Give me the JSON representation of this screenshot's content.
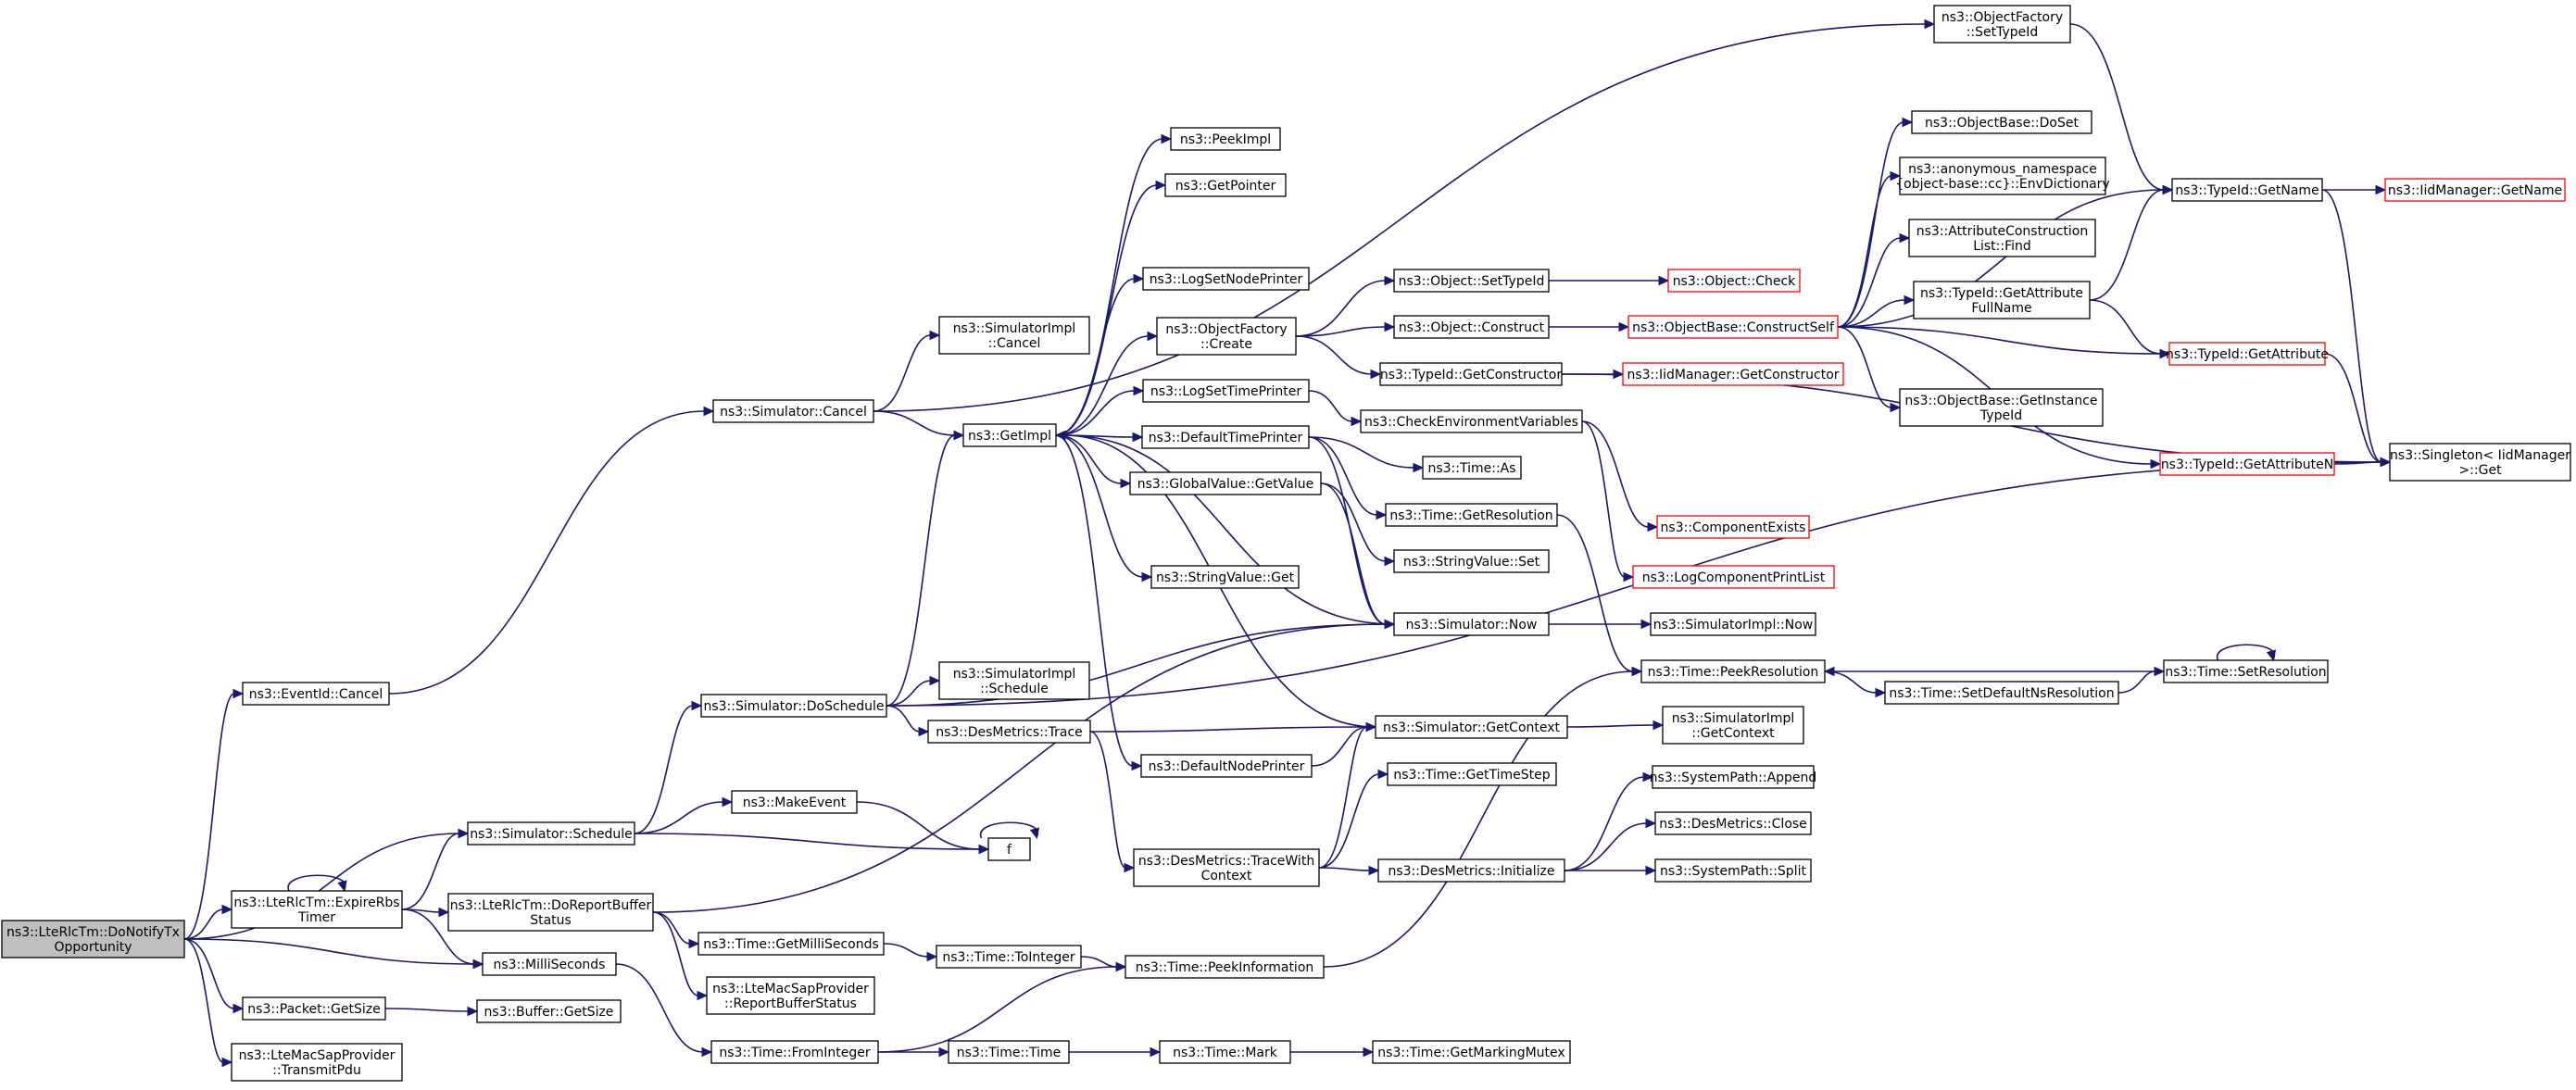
{
  "diagram": {
    "type": "call-graph",
    "colors": {
      "edge": "#191970",
      "node_border": "#000000",
      "external_node_border": "#ff0000",
      "root_fill": "#bfbfbf",
      "background": "#ffffff"
    },
    "nodes": [
      {
        "id": "root",
        "lines": [
          "ns3::LteRlcTm::DoNotifyTx",
          "Opportunity"
        ],
        "style": "root"
      },
      {
        "id": "eventid_cancel",
        "lines": [
          "ns3::EventId::Cancel"
        ]
      },
      {
        "id": "sim_schedule",
        "lines": [
          "ns3::Simulator::Schedule"
        ]
      },
      {
        "id": "expire_rbs",
        "lines": [
          "ns3::LteRlcTm::ExpireRbs",
          "Timer"
        ]
      },
      {
        "id": "millisec",
        "lines": [
          "ns3::MilliSeconds"
        ]
      },
      {
        "id": "packet_getsize",
        "lines": [
          "ns3::Packet::GetSize"
        ]
      },
      {
        "id": "transmit_pdu",
        "lines": [
          "ns3::LteMacSapProvider",
          "::TransmitPdu"
        ]
      },
      {
        "id": "sim_cancel",
        "lines": [
          "ns3::Simulator::Cancel"
        ]
      },
      {
        "id": "sim_doschedule",
        "lines": [
          "ns3::Simulator::DoSchedule"
        ]
      },
      {
        "id": "make_event",
        "lines": [
          "ns3::MakeEvent"
        ]
      },
      {
        "id": "f",
        "lines": [
          "f"
        ]
      },
      {
        "id": "do_report",
        "lines": [
          "ns3::LteRlcTm::DoReportBuffer",
          "Status"
        ]
      },
      {
        "id": "buffer_getsize",
        "lines": [
          "ns3::Buffer::GetSize"
        ]
      },
      {
        "id": "time_fromint",
        "lines": [
          "ns3::Time::FromInteger"
        ]
      },
      {
        "id": "time_getms",
        "lines": [
          "ns3::Time::GetMilliSeconds"
        ]
      },
      {
        "id": "report_status",
        "lines": [
          "ns3::LteMacSapProvider",
          "::ReportBufferStatus"
        ]
      },
      {
        "id": "time_tointeger",
        "lines": [
          "ns3::Time::ToInteger"
        ]
      },
      {
        "id": "time_time",
        "lines": [
          "ns3::Time::Time"
        ]
      },
      {
        "id": "simimpl_cancel",
        "lines": [
          "ns3::SimulatorImpl",
          "::Cancel"
        ]
      },
      {
        "id": "getimpl",
        "lines": [
          "ns3::GetImpl"
        ]
      },
      {
        "id": "simimpl_schedule",
        "lines": [
          "ns3::SimulatorImpl",
          "::Schedule"
        ]
      },
      {
        "id": "desm_trace",
        "lines": [
          "ns3::DesMetrics::Trace"
        ]
      },
      {
        "id": "peekimpl",
        "lines": [
          "ns3::PeekImpl"
        ]
      },
      {
        "id": "getpointer",
        "lines": [
          "ns3::GetPointer"
        ]
      },
      {
        "id": "logsetnode",
        "lines": [
          "ns3::LogSetNodePrinter"
        ]
      },
      {
        "id": "objfactory_create",
        "lines": [
          "ns3::ObjectFactory",
          "::Create"
        ]
      },
      {
        "id": "logsettime",
        "lines": [
          "ns3::LogSetTimePrinter"
        ]
      },
      {
        "id": "default_time",
        "lines": [
          "ns3::DefaultTimePrinter"
        ]
      },
      {
        "id": "gv_getvalue",
        "lines": [
          "ns3::GlobalValue::GetValue"
        ]
      },
      {
        "id": "strval_get",
        "lines": [
          "ns3::StringValue::Get"
        ]
      },
      {
        "id": "default_node",
        "lines": [
          "ns3::DefaultNodePrinter"
        ]
      },
      {
        "id": "desm_tracewith",
        "lines": [
          "ns3::DesMetrics::TraceWith",
          "Context"
        ]
      },
      {
        "id": "time_peekinfo",
        "lines": [
          "ns3::Time::PeekInformation"
        ]
      },
      {
        "id": "time_mark",
        "lines": [
          "ns3::Time::Mark"
        ]
      },
      {
        "id": "objfactory_settypeid",
        "lines": [
          "ns3::ObjectFactory",
          "::SetTypeId"
        ]
      },
      {
        "id": "obj_settypeid",
        "lines": [
          "ns3::Object::SetTypeId"
        ]
      },
      {
        "id": "obj_construct",
        "lines": [
          "ns3::Object::Construct"
        ]
      },
      {
        "id": "typeid_getctor",
        "lines": [
          "ns3::TypeId::GetConstructor"
        ]
      },
      {
        "id": "check_env",
        "lines": [
          "ns3::CheckEnvironmentVariables"
        ]
      },
      {
        "id": "time_as",
        "lines": [
          "ns3::Time::As"
        ]
      },
      {
        "id": "time_getres",
        "lines": [
          "ns3::Time::GetResolution"
        ]
      },
      {
        "id": "strval_set",
        "lines": [
          "ns3::StringValue::Set"
        ]
      },
      {
        "id": "sim_now",
        "lines": [
          "ns3::Simulator::Now"
        ]
      },
      {
        "id": "sim_getcontext",
        "lines": [
          "ns3::Simulator::GetContext"
        ]
      },
      {
        "id": "time_gettimestep",
        "lines": [
          "ns3::Time::GetTimeStep"
        ]
      },
      {
        "id": "desm_init",
        "lines": [
          "ns3::DesMetrics::Initialize"
        ]
      },
      {
        "id": "time_getmarking",
        "lines": [
          "ns3::Time::GetMarkingMutex"
        ]
      },
      {
        "id": "obj_check",
        "lines": [
          "ns3::Object::Check"
        ],
        "style": "external"
      },
      {
        "id": "objbase_cs",
        "lines": [
          "ns3::ObjectBase::ConstructSelf"
        ],
        "style": "external"
      },
      {
        "id": "iid_getctor",
        "lines": [
          "ns3::IidManager::GetConstructor"
        ],
        "style": "external"
      },
      {
        "id": "comp_exists",
        "lines": [
          "ns3::ComponentExists"
        ],
        "style": "external"
      },
      {
        "id": "logcomp_print",
        "lines": [
          "ns3::LogComponentPrintList"
        ],
        "style": "external"
      },
      {
        "id": "simimpl_now",
        "lines": [
          "ns3::SimulatorImpl::Now"
        ]
      },
      {
        "id": "time_peekres",
        "lines": [
          "ns3::Time::PeekResolution"
        ]
      },
      {
        "id": "simimpl_getcontext",
        "lines": [
          "ns3::SimulatorImpl",
          "::GetContext"
        ]
      },
      {
        "id": "sp_append",
        "lines": [
          "ns3::SystemPath::Append"
        ]
      },
      {
        "id": "desm_close",
        "lines": [
          "ns3::DesMetrics::Close"
        ]
      },
      {
        "id": "sp_split",
        "lines": [
          "ns3::SystemPath::Split"
        ]
      },
      {
        "id": "objbase_doset",
        "lines": [
          "ns3::ObjectBase::DoSet"
        ]
      },
      {
        "id": "anon_envdict",
        "lines": [
          "ns3::anonymous_namespace",
          "{object-base::cc}::EnvDictionary"
        ]
      },
      {
        "id": "attr_find",
        "lines": [
          "ns3::AttributeConstruction",
          "List::Find"
        ]
      },
      {
        "id": "typeid_getattrfull",
        "lines": [
          "ns3::TypeId::GetAttribute",
          "FullName"
        ]
      },
      {
        "id": "objbase_getinst",
        "lines": [
          "ns3::ObjectBase::GetInstance",
          "TypeId"
        ]
      },
      {
        "id": "time_setdefault",
        "lines": [
          "ns3::Time::SetDefaultNsResolution"
        ]
      },
      {
        "id": "typeid_getname",
        "lines": [
          "ns3::TypeId::GetName"
        ]
      },
      {
        "id": "typeid_getattr",
        "lines": [
          "ns3::TypeId::GetAttribute"
        ],
        "style": "external"
      },
      {
        "id": "typeid_getattrn",
        "lines": [
          "ns3::TypeId::GetAttributeN"
        ],
        "style": "external"
      },
      {
        "id": "time_setres",
        "lines": [
          "ns3::Time::SetResolution"
        ]
      },
      {
        "id": "iid_getname",
        "lines": [
          "ns3::IidManager::GetName"
        ],
        "style": "external"
      },
      {
        "id": "singleton_get",
        "lines": [
          "ns3::Singleton< IidManager",
          " >::Get"
        ]
      }
    ],
    "edges": [
      [
        "root",
        "eventid_cancel"
      ],
      [
        "root",
        "sim_schedule"
      ],
      [
        "root",
        "expire_rbs"
      ],
      [
        "root",
        "millisec"
      ],
      [
        "root",
        "packet_getsize"
      ],
      [
        "root",
        "transmit_pdu"
      ],
      [
        "eventid_cancel",
        "sim_cancel"
      ],
      [
        "sim_cancel",
        "simimpl_cancel"
      ],
      [
        "sim_cancel",
        "getimpl"
      ],
      [
        "sim_cancel",
        "objfactory_settypeid"
      ],
      [
        "sim_schedule",
        "sim_doschedule"
      ],
      [
        "sim_schedule",
        "make_event"
      ],
      [
        "sim_schedule",
        "f"
      ],
      [
        "make_event",
        "f"
      ],
      [
        "f",
        "f"
      ],
      [
        "expire_rbs",
        "expire_rbs"
      ],
      [
        "expire_rbs",
        "sim_schedule"
      ],
      [
        "expire_rbs",
        "do_report"
      ],
      [
        "expire_rbs",
        "millisec"
      ],
      [
        "millisec",
        "time_fromint"
      ],
      [
        "packet_getsize",
        "buffer_getsize"
      ],
      [
        "do_report",
        "time_getms"
      ],
      [
        "do_report",
        "report_status"
      ],
      [
        "do_report",
        "sim_now"
      ],
      [
        "time_getms",
        "time_tointeger"
      ],
      [
        "time_tointeger",
        "time_peekinfo"
      ],
      [
        "time_fromint",
        "time_time"
      ],
      [
        "time_fromint",
        "time_peekinfo"
      ],
      [
        "time_time",
        "time_mark"
      ],
      [
        "time_mark",
        "time_getmarking"
      ],
      [
        "time_peekinfo",
        "time_peekres"
      ],
      [
        "sim_doschedule",
        "getimpl"
      ],
      [
        "sim_doschedule",
        "simimpl_schedule"
      ],
      [
        "sim_doschedule",
        "desm_trace"
      ],
      [
        "sim_doschedule",
        "sim_now"
      ],
      [
        "sim_doschedule",
        "singleton_get"
      ],
      [
        "desm_trace",
        "desm_tracewith"
      ],
      [
        "desm_trace",
        "sim_getcontext"
      ],
      [
        "desm_tracewith",
        "sim_getcontext"
      ],
      [
        "desm_tracewith",
        "time_gettimestep"
      ],
      [
        "desm_tracewith",
        "desm_init"
      ],
      [
        "desm_init",
        "sp_append"
      ],
      [
        "desm_init",
        "desm_close"
      ],
      [
        "desm_init",
        "sp_split"
      ],
      [
        "getimpl",
        "peekimpl"
      ],
      [
        "getimpl",
        "getpointer"
      ],
      [
        "getimpl",
        "logsetnode"
      ],
      [
        "getimpl",
        "objfactory_create"
      ],
      [
        "getimpl",
        "logsettime"
      ],
      [
        "getimpl",
        "default_time"
      ],
      [
        "getimpl",
        "gv_getvalue"
      ],
      [
        "getimpl",
        "strval_get"
      ],
      [
        "getimpl",
        "default_node"
      ],
      [
        "objfactory_create",
        "obj_settypeid"
      ],
      [
        "objfactory_create",
        "obj_construct"
      ],
      [
        "objfactory_create",
        "typeid_getctor"
      ],
      [
        "obj_settypeid",
        "obj_check"
      ],
      [
        "obj_construct",
        "objbase_cs"
      ],
      [
        "typeid_getctor",
        "iid_getctor"
      ],
      [
        "typeid_getctor",
        "singleton_get"
      ],
      [
        "logsettime",
        "check_env"
      ],
      [
        "default_time",
        "time_as"
      ],
      [
        "default_time",
        "time_getres"
      ],
      [
        "default_time",
        "sim_now"
      ],
      [
        "gv_getvalue",
        "strval_set"
      ],
      [
        "gv_getvalue",
        "sim_now"
      ],
      [
        "check_env",
        "comp_exists"
      ],
      [
        "check_env",
        "logcomp_print"
      ],
      [
        "time_getres",
        "time_peekres"
      ],
      [
        "sim_now",
        "getimpl"
      ],
      [
        "sim_now",
        "simimpl_now"
      ],
      [
        "default_node",
        "sim_getcontext"
      ],
      [
        "sim_getcontext",
        "getimpl"
      ],
      [
        "sim_getcontext",
        "simimpl_getcontext"
      ],
      [
        "objbase_cs",
        "objbase_doset"
      ],
      [
        "objbase_cs",
        "anon_envdict"
      ],
      [
        "objbase_cs",
        "attr_find"
      ],
      [
        "objbase_cs",
        "typeid_getattrfull"
      ],
      [
        "objbase_cs",
        "objbase_getinst"
      ],
      [
        "objbase_cs",
        "typeid_getname"
      ],
      [
        "objbase_cs",
        "typeid_getattr"
      ],
      [
        "objbase_cs",
        "typeid_getattrn"
      ],
      [
        "typeid_getattrfull",
        "typeid_getname"
      ],
      [
        "typeid_getattrfull",
        "typeid_getattr"
      ],
      [
        "objfactory_settypeid",
        "typeid_getname"
      ],
      [
        "typeid_getname",
        "iid_getname"
      ],
      [
        "typeid_getname",
        "singleton_get"
      ],
      [
        "typeid_getattr",
        "singleton_get"
      ],
      [
        "typeid_getattrn",
        "singleton_get"
      ],
      [
        "time_peekres",
        "time_setdefault"
      ],
      [
        "time_setdefault",
        "time_setres"
      ],
      [
        "time_setres",
        "time_setres"
      ],
      [
        "time_setres",
        "time_peekres"
      ]
    ]
  }
}
